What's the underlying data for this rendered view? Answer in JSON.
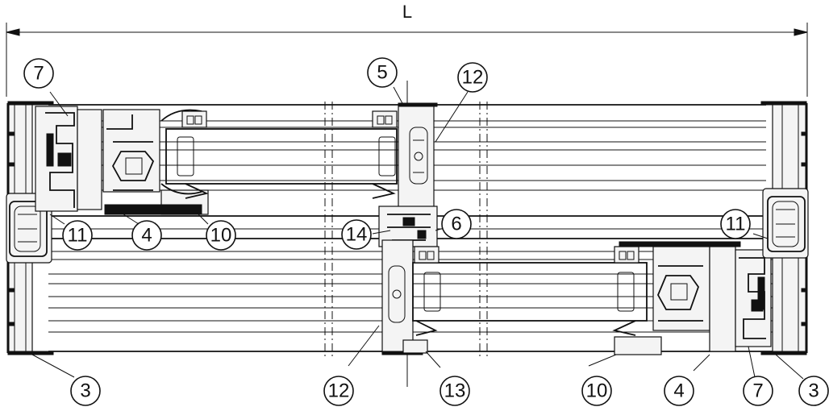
{
  "dimension": {
    "label": "L"
  },
  "callouts": [
    {
      "id": "c-7-left",
      "number": "7"
    },
    {
      "id": "c-5",
      "number": "5"
    },
    {
      "id": "c-12-top",
      "number": "12"
    },
    {
      "id": "c-11-left",
      "number": "11"
    },
    {
      "id": "c-4-left",
      "number": "4"
    },
    {
      "id": "c-10-left",
      "number": "10"
    },
    {
      "id": "c-14",
      "number": "14"
    },
    {
      "id": "c-6",
      "number": "6"
    },
    {
      "id": "c-11-right",
      "number": "11"
    },
    {
      "id": "c-3-left",
      "number": "3"
    },
    {
      "id": "c-12-bottom",
      "number": "12"
    },
    {
      "id": "c-13",
      "number": "13"
    },
    {
      "id": "c-10-right",
      "number": "10"
    },
    {
      "id": "c-4-right",
      "number": "4"
    },
    {
      "id": "c-7-right",
      "number": "7"
    },
    {
      "id": "c-3-right",
      "number": "3"
    }
  ]
}
